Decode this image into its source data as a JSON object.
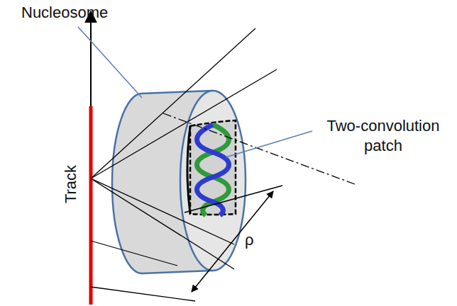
{
  "diagram": {
    "labels": [
      "Nucleosome",
      "Two-convolution patch",
      "Track",
      "ρ"
    ]
  }
}
